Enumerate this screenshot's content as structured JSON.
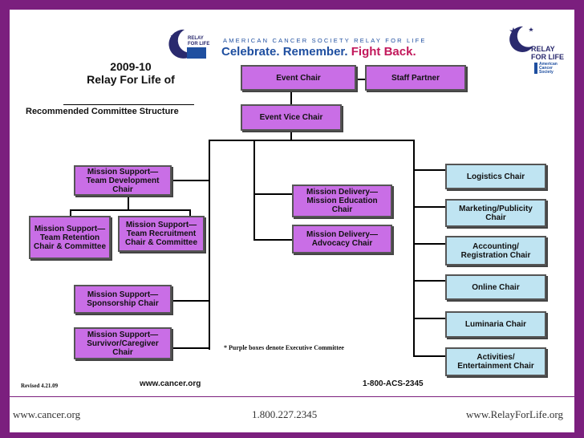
{
  "header": {
    "acs_banner": "AMERICAN CANCER SOCIETY RELAY FOR LIFE",
    "tagline_celebrate": "Celebrate.",
    "tagline_remember": "Remember.",
    "tagline_fight": "Fight Back.",
    "logo_relay": "RELAY",
    "logo_for_life": "FOR LIFE",
    "logo_acs_line1": "American",
    "logo_acs_line2": "Cancer",
    "logo_acs_line3": "Society"
  },
  "title": {
    "year": "2009-10",
    "event": "Relay For Life of",
    "subtitle": "Recommended Committee Structure"
  },
  "boxes": {
    "event_chair": "Event Chair",
    "staff_partner": "Staff Partner",
    "event_vice_chair": "Event Vice Chair",
    "team_development": "Mission Support—Team Development Chair",
    "team_retention": "Mission Support—Team Retention Chair & Committee",
    "team_recruitment": "Mission Support—Team Recruitment Chair & Committee",
    "sponsorship": "Mission Support—Sponsorship Chair",
    "survivor_caregiver": "Mission Support—Survivor/Caregiver Chair",
    "mission_education": "Mission Delivery—Mission Education Chair",
    "advocacy": "Mission Delivery—Advocacy Chair",
    "logistics": "Logistics Chair",
    "marketing": "Marketing/Publicity Chair",
    "accounting": "Accounting/ Registration Chair",
    "online": "Online Chair",
    "luminaria": "Luminaria Chair",
    "activities": "Activities/ Entertainment Chair"
  },
  "note": "* Purple boxes denote Executive Committee",
  "revised": "Revised 4.21.09",
  "website": "www.cancer.org",
  "phone": "1-800-ACS-2345",
  "footer": {
    "left": "www.cancer.org",
    "center": "1.800.227.2345",
    "right": "www.RelayForLife.org"
  },
  "colors": {
    "frame": "#7b1f7e",
    "executive_box": "#c96ee6",
    "other_box": "#bfe4f2",
    "tagline_blue": "#1f4fa0",
    "tagline_pink": "#c2185b"
  }
}
